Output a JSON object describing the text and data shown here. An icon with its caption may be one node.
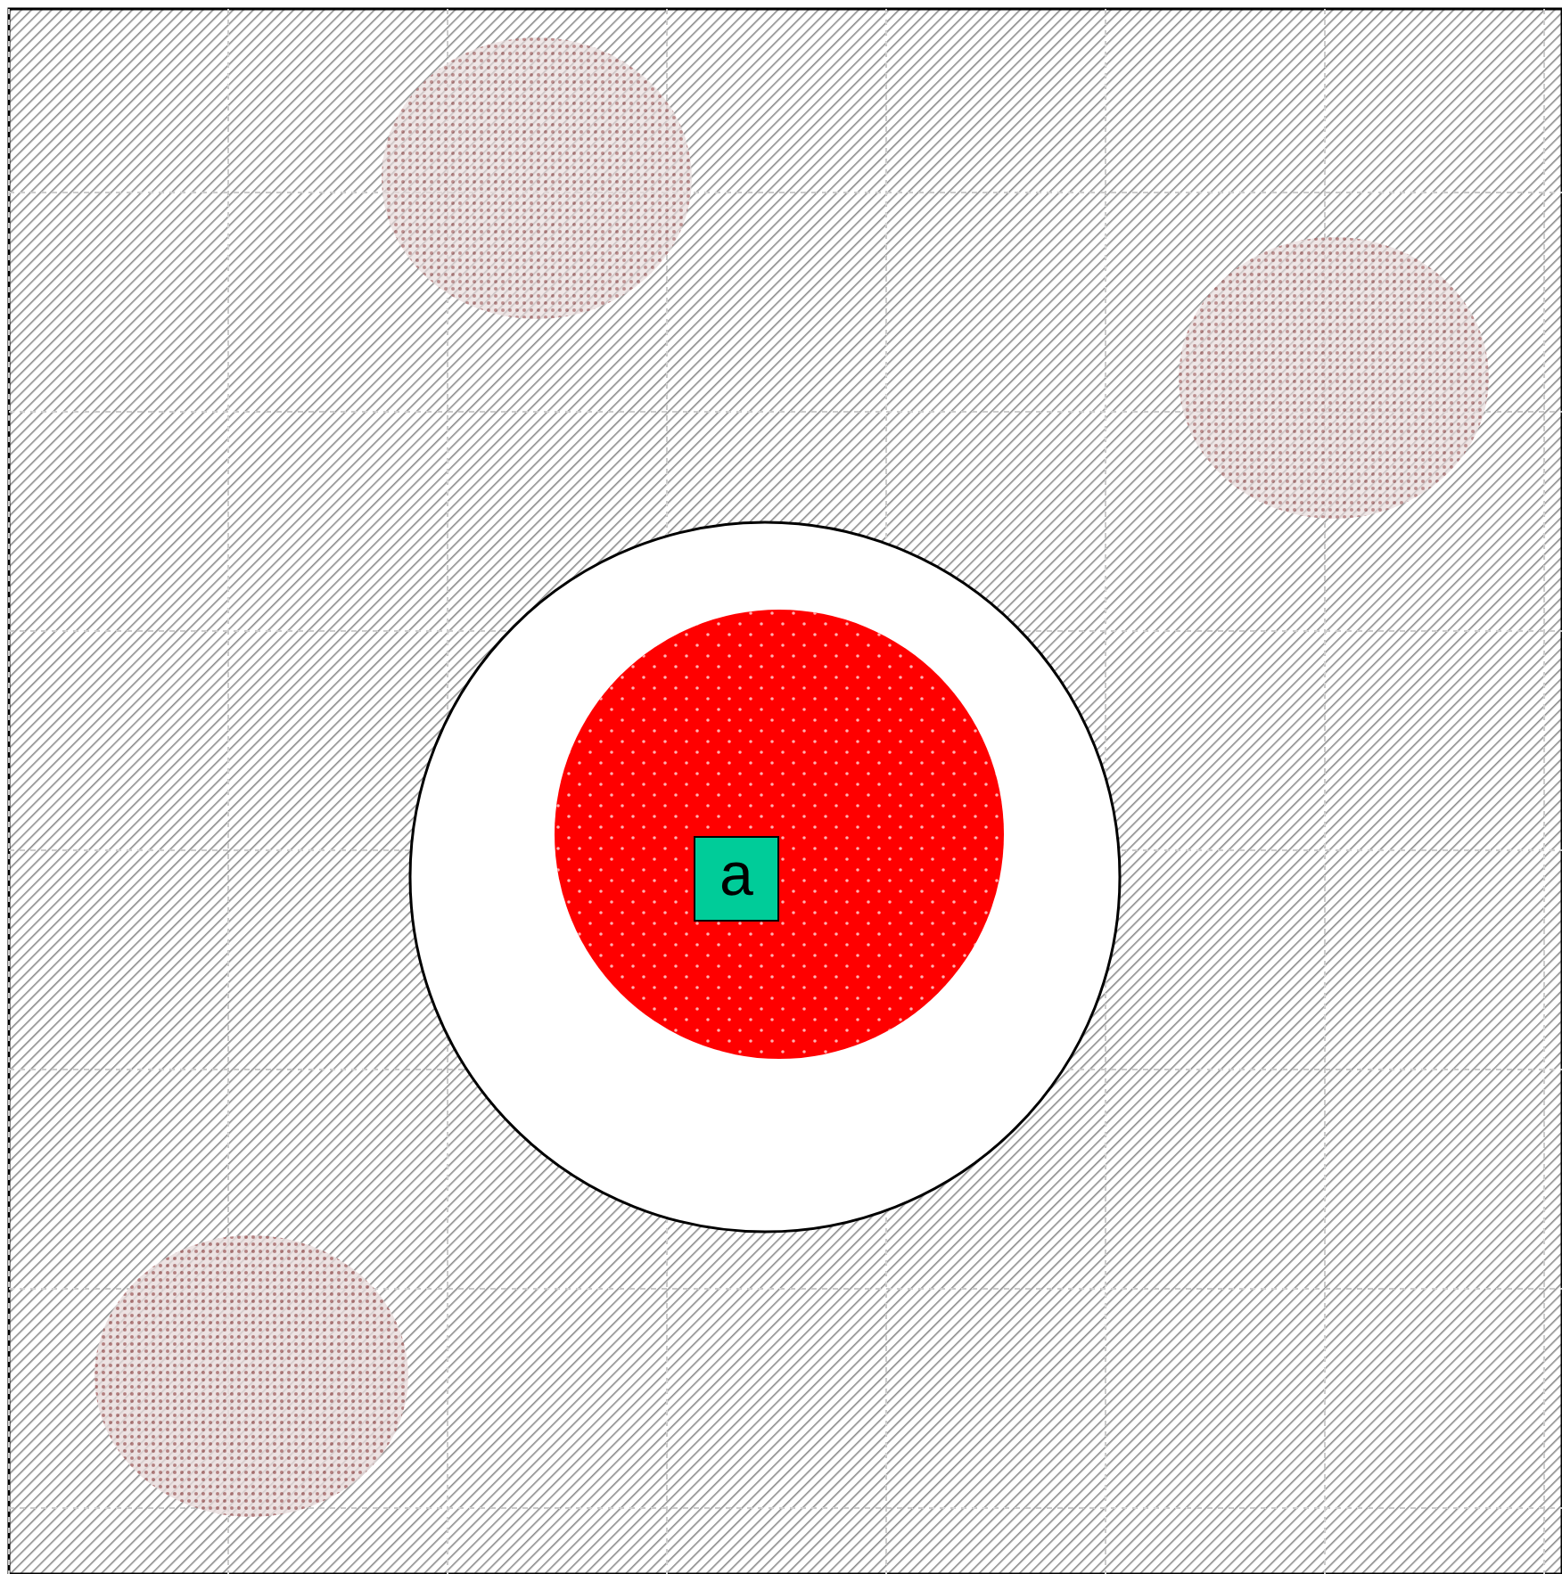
{
  "diagram": {
    "nodes": [
      {
        "text": [],
        "shape": "circle"
      },
      {
        "text": [],
        "shape": "circle",
        "in": 0
      },
      {
        "text": [
          "a"
        ],
        "in": 1
      }
    ]
  }
}
